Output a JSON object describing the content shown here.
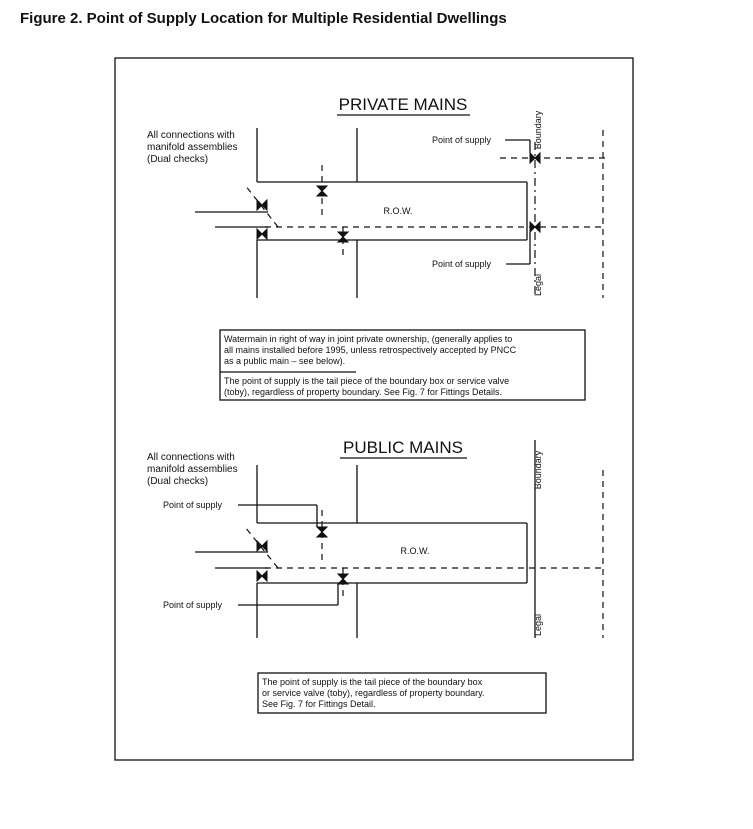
{
  "figure_title": "Figure 2.  Point of Supply Location for Multiple Residential Dwellings",
  "private": {
    "heading": "PRIVATE  MAINS",
    "connections_note": [
      "All connections with",
      "manifold assemblies",
      "(Dual checks)"
    ],
    "point_of_supply_top": "Point  of  supply",
    "point_of_supply_bottom": "Point  of  supply",
    "row_label": "R.O.W.",
    "boundary_label": "Boundary",
    "legal_label": "Legal",
    "note_lines": [
      "Watermain in right of way in joint private ownership, (generally applies to",
      "all mains installed before 1995, unless retrospectively accepted by PNCC",
      "as a public main  –  see below)."
    ],
    "note_lines_2": [
      "The point of supply is the tail piece of the boundary box or service valve",
      "(toby), regardless of property boundary.  See Fig. 7 for Fittings Details."
    ]
  },
  "public": {
    "heading": "PUBLIC  MAINS",
    "connections_note": [
      "All connections with",
      "manifold assemblies",
      "(Dual checks)"
    ],
    "point_of_supply_top": "Point  of  supply",
    "point_of_supply_bottom": "Point  of  supply",
    "row_label": "R.O.W.",
    "boundary_label": "Boundary",
    "legal_label": "Legal",
    "note_lines": [
      "The point of supply is the tail piece of the boundary box",
      "or service valve (toby), regardless of property boundary.",
      "See Fig. 7 for Fittings Detail."
    ]
  }
}
